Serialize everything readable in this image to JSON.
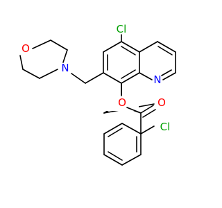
{
  "molecule": {
    "atom_labels": {
      "chlorine_top": "Cl",
      "chlorine_right": "Cl",
      "nitrogen_quinoline": "N",
      "nitrogen_morpholine": "N",
      "oxygen_morpholine": "O",
      "oxygen_ester": "O",
      "oxygen_carbonyl": "O"
    }
  },
  "colors": {
    "bond": "#000000",
    "chlorine": "#00a000",
    "nitrogen": "#0000ff",
    "oxygen": "#ff0000"
  }
}
